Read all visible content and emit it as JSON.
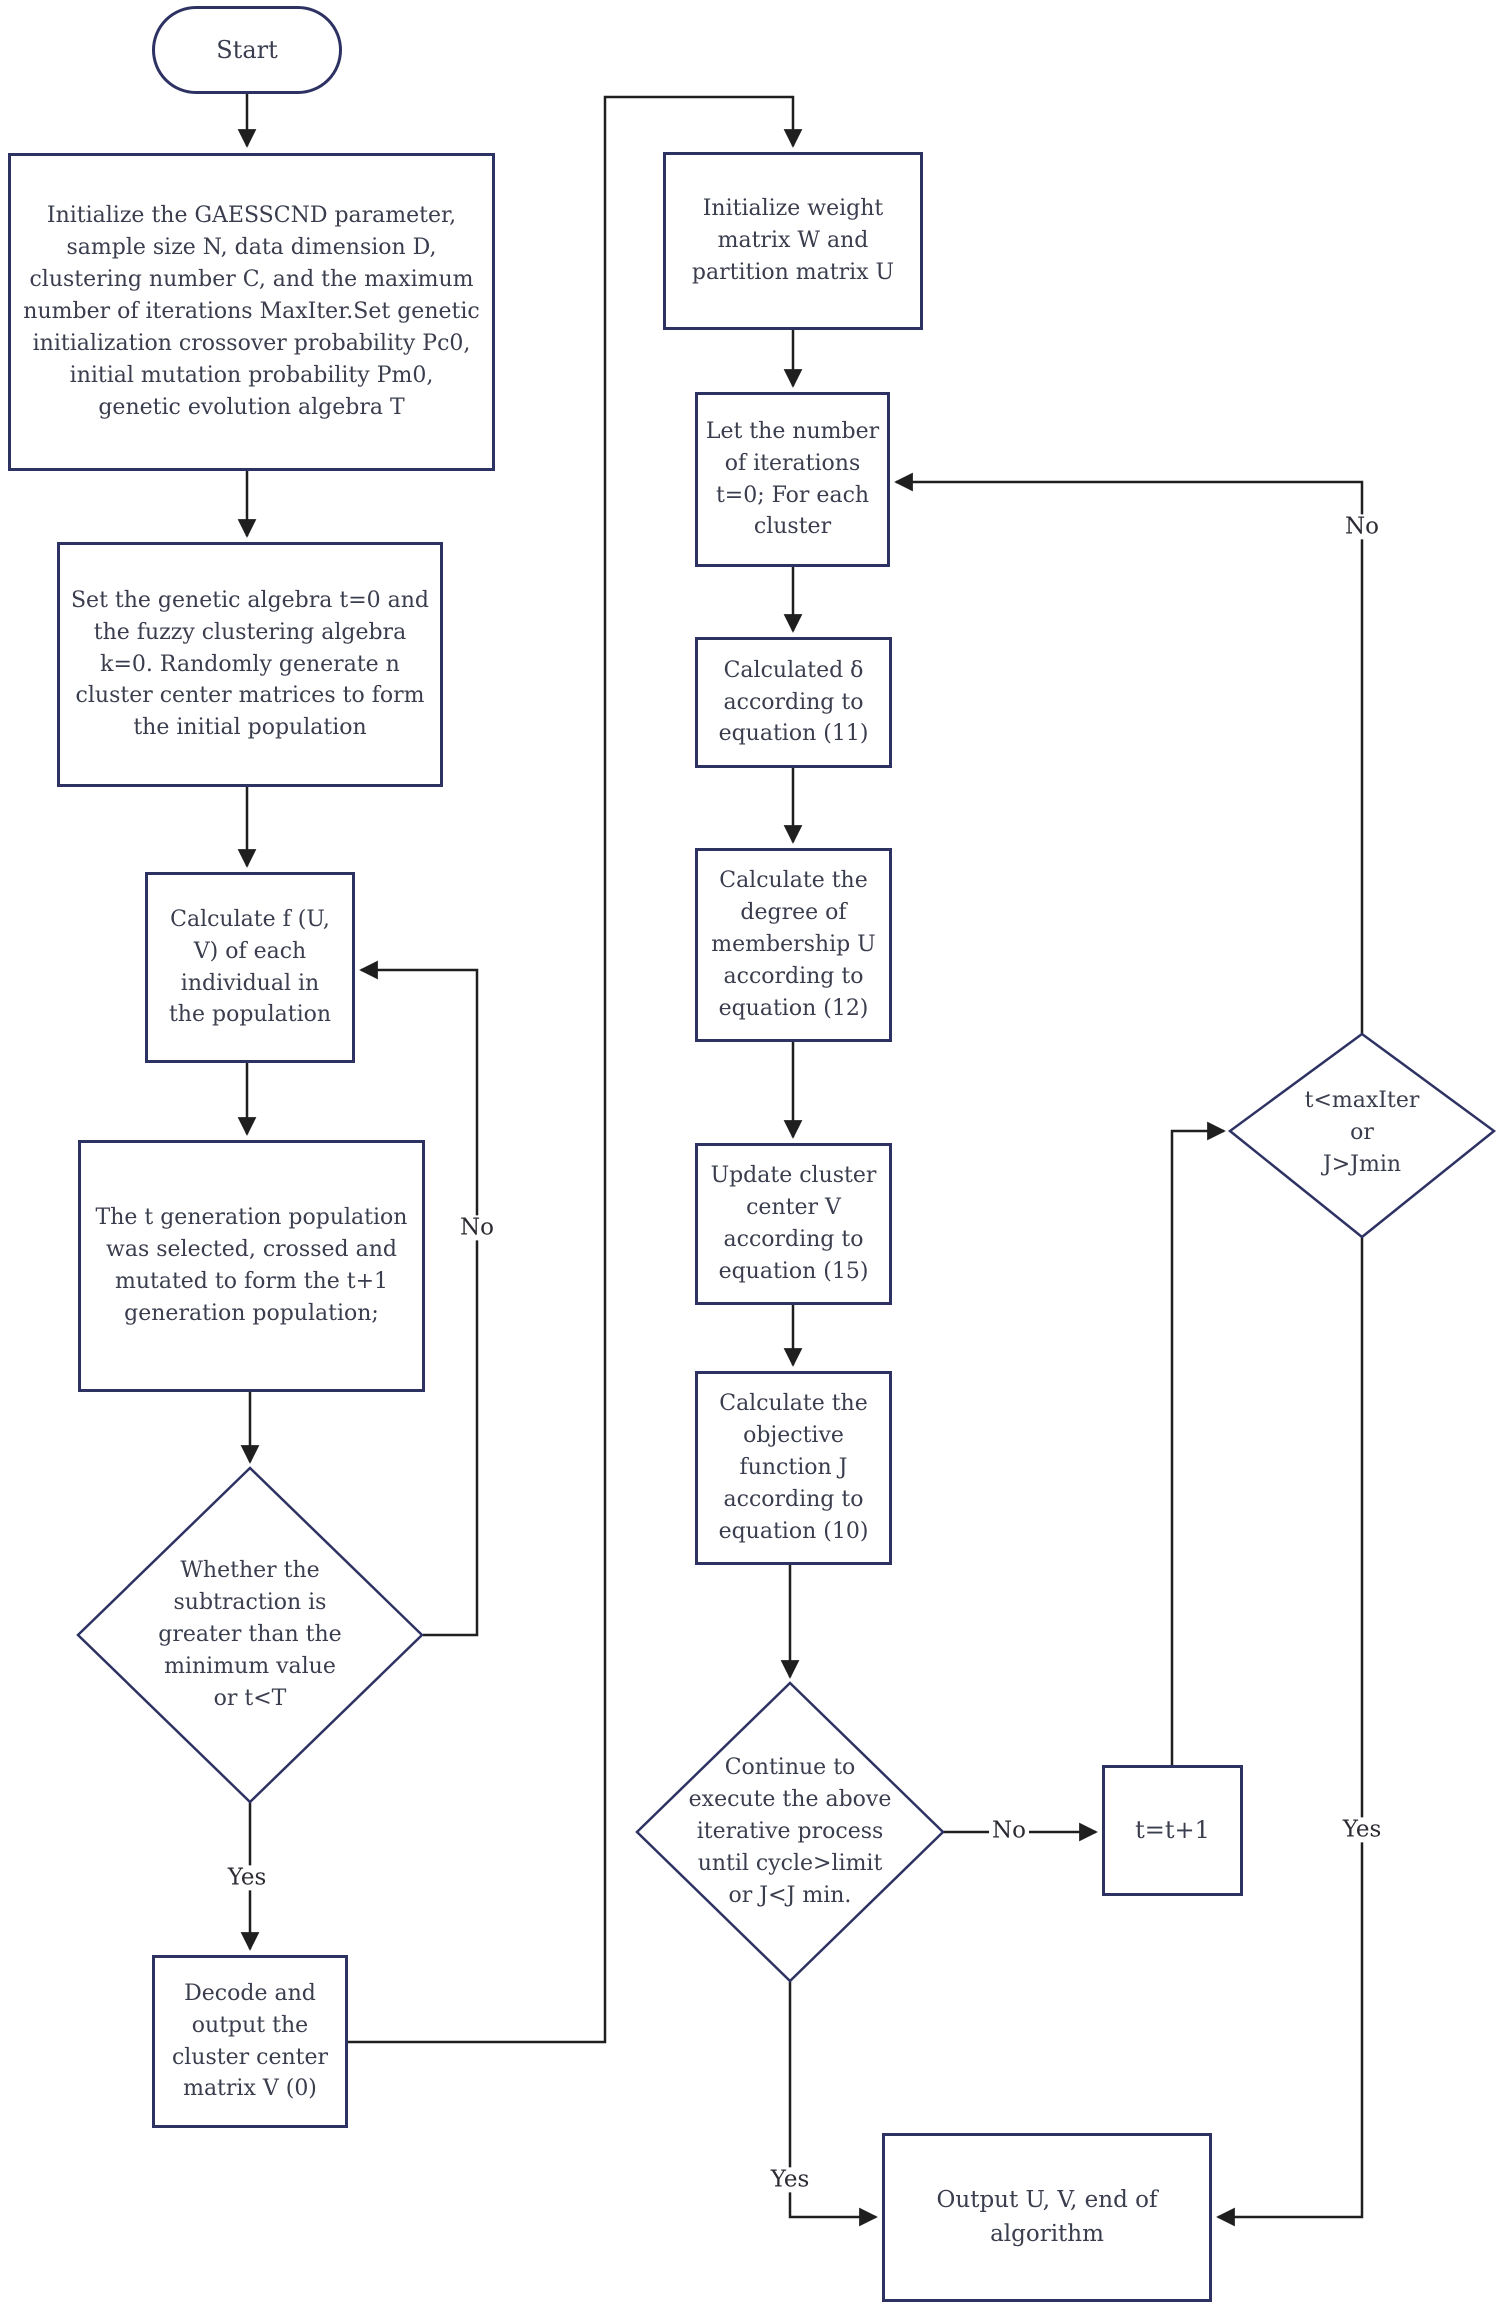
{
  "diagram": {
    "title": "GAESSCND genetic fuzzy clustering algorithm flowchart",
    "nodes": {
      "start": "Start",
      "init_params": "Initialize the GAESSCND parameter,\nsample size N, data dimension D,\nclustering number C, and the maximum\nnumber of iterations MaxIter.Set genetic\ninitialization crossover probability Pc0,\ninitial mutation probability Pm0,\ngenetic evolution algebra T",
      "set_algebra": "Set the genetic algebra t=0 and\nthe fuzzy clustering algebra\nk=0. Randomly generate n\ncluster center matrices to form\nthe initial population",
      "calc_fitness": "Calculate f (U,\nV) of each\nindividual in\nthe population",
      "generation": "The t generation population\nwas selected, crossed and\nmutated to form the t+1\ngeneration population;",
      "subtraction_decision": "Whether the\nsubtraction is\ngreater than the\nminimum value\nor t<T",
      "decode_output": "Decode and\noutput the\ncluster center\nmatrix V (0)",
      "init_weight": "Initialize weight\nmatrix W and\npartition matrix U",
      "iterations": "Let the number\nof iterations\nt=0; For each\ncluster",
      "calc_delta": "Calculated δ\naccording to\nequation (11)",
      "calc_membership": "Calculate the\ndegree of\nmembership U\naccording to\nequation (12)",
      "update_center": "Update cluster\ncenter V\naccording to\nequation (15)",
      "calc_objective": "Calculate the\nobjective\nfunction J\naccording to\nequation (10)",
      "continue_decision": "Continue to\nexecute the above\niterative process\nuntil cycle>limit\nor J<J min.",
      "maxiter_decision": "t<maxIter\nor\nJ>Jmin",
      "increment": "t=t+1",
      "output_end": "Output U, V, end of\nalgorithm"
    },
    "edge_labels": {
      "yes_to_decode": "Yes",
      "no_to_fitness": "No",
      "no_to_iterations": "No",
      "no_to_increment": "No",
      "yes_to_output": "Yes",
      "yes_from_continue": "Yes"
    },
    "colors": {
      "shape_border": "#2e3263",
      "connector": "#1f1f1f",
      "text": "#3a3d4d",
      "background": "#ffffff"
    }
  }
}
